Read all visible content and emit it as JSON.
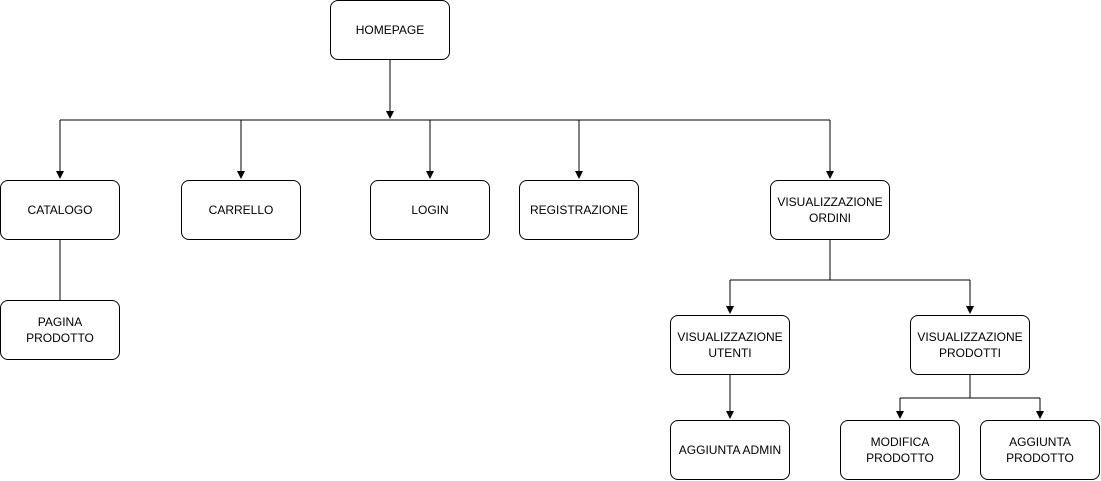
{
  "nodes": {
    "homepage": "HOMEPAGE",
    "catalogo": "CATALOGO",
    "carrello": "CARRELLO",
    "login": "LOGIN",
    "registrazione": "REGISTRAZIONE",
    "visualizzazione_ordini": "VISUALIZZAZIONE\nORDINI",
    "pagina_prodotto": "PAGINA\nPRODOTTO",
    "visualizzazione_utenti": "VISUALIZZAZIONE\nUTENTI",
    "visualizzazione_prodotti": "VISUALIZZAZIONE\nPRODOTTI",
    "aggiunta_admin": "AGGIUNTA ADMIN",
    "modifica_prodotto": "MODIFICA\nPRODOTTO",
    "aggiunta_prodotto": "AGGIUNTA\nPRODOTTO"
  },
  "edges": [
    {
      "from": "homepage",
      "to": "catalogo"
    },
    {
      "from": "homepage",
      "to": "carrello"
    },
    {
      "from": "homepage",
      "to": "login"
    },
    {
      "from": "homepage",
      "to": "registrazione"
    },
    {
      "from": "homepage",
      "to": "visualizzazione_ordini"
    },
    {
      "from": "catalogo",
      "to": "pagina_prodotto"
    },
    {
      "from": "visualizzazione_ordini",
      "to": "visualizzazione_utenti"
    },
    {
      "from": "visualizzazione_ordini",
      "to": "visualizzazione_prodotti"
    },
    {
      "from": "visualizzazione_utenti",
      "to": "aggiunta_admin"
    },
    {
      "from": "visualizzazione_prodotti",
      "to": "modifica_prodotto"
    },
    {
      "from": "visualizzazione_prodotti",
      "to": "aggiunta_prodotto"
    }
  ]
}
